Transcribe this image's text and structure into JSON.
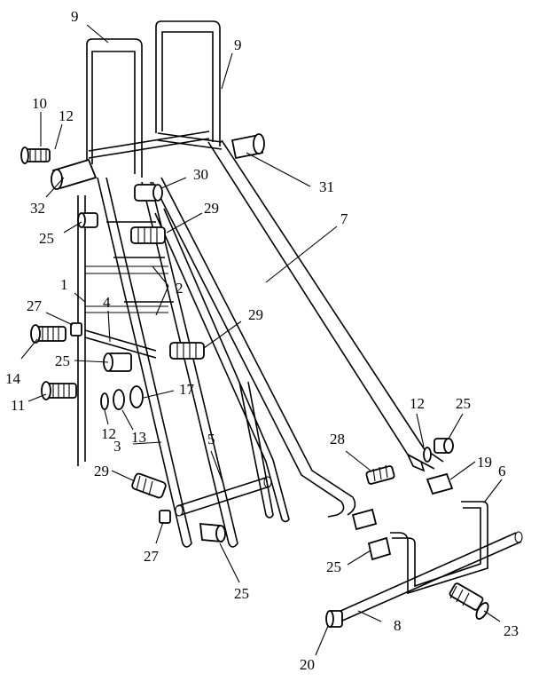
{
  "diagram": {
    "labels": [
      {
        "id": "l9a",
        "text": "9"
      },
      {
        "id": "l9b",
        "text": "9"
      },
      {
        "id": "l10",
        "text": "10"
      },
      {
        "id": "l12a",
        "text": "12"
      },
      {
        "id": "l32",
        "text": "32"
      },
      {
        "id": "l30",
        "text": "30"
      },
      {
        "id": "l31",
        "text": "31"
      },
      {
        "id": "l29a",
        "text": "29"
      },
      {
        "id": "l25a",
        "text": "25"
      },
      {
        "id": "l7",
        "text": "7"
      },
      {
        "id": "l1",
        "text": "1"
      },
      {
        "id": "l2",
        "text": "2"
      },
      {
        "id": "l27a",
        "text": "27"
      },
      {
        "id": "l4",
        "text": "4"
      },
      {
        "id": "l29b",
        "text": "29"
      },
      {
        "id": "l14",
        "text": "14"
      },
      {
        "id": "l25b",
        "text": "25"
      },
      {
        "id": "l11",
        "text": "11"
      },
      {
        "id": "l17",
        "text": "17"
      },
      {
        "id": "l12b",
        "text": "12"
      },
      {
        "id": "l13",
        "text": "13"
      },
      {
        "id": "l3",
        "text": "3"
      },
      {
        "id": "l5",
        "text": "5"
      },
      {
        "id": "l12c",
        "text": "12"
      },
      {
        "id": "l25c",
        "text": "25"
      },
      {
        "id": "l28",
        "text": "28"
      },
      {
        "id": "l19",
        "text": "19"
      },
      {
        "id": "l6",
        "text": "6"
      },
      {
        "id": "l29c",
        "text": "29"
      },
      {
        "id": "l27b",
        "text": "27"
      },
      {
        "id": "l25d",
        "text": "25"
      },
      {
        "id": "l25e",
        "text": "25"
      },
      {
        "id": "l8",
        "text": "8"
      },
      {
        "id": "l23",
        "text": "23"
      },
      {
        "id": "l20",
        "text": "20"
      }
    ]
  }
}
